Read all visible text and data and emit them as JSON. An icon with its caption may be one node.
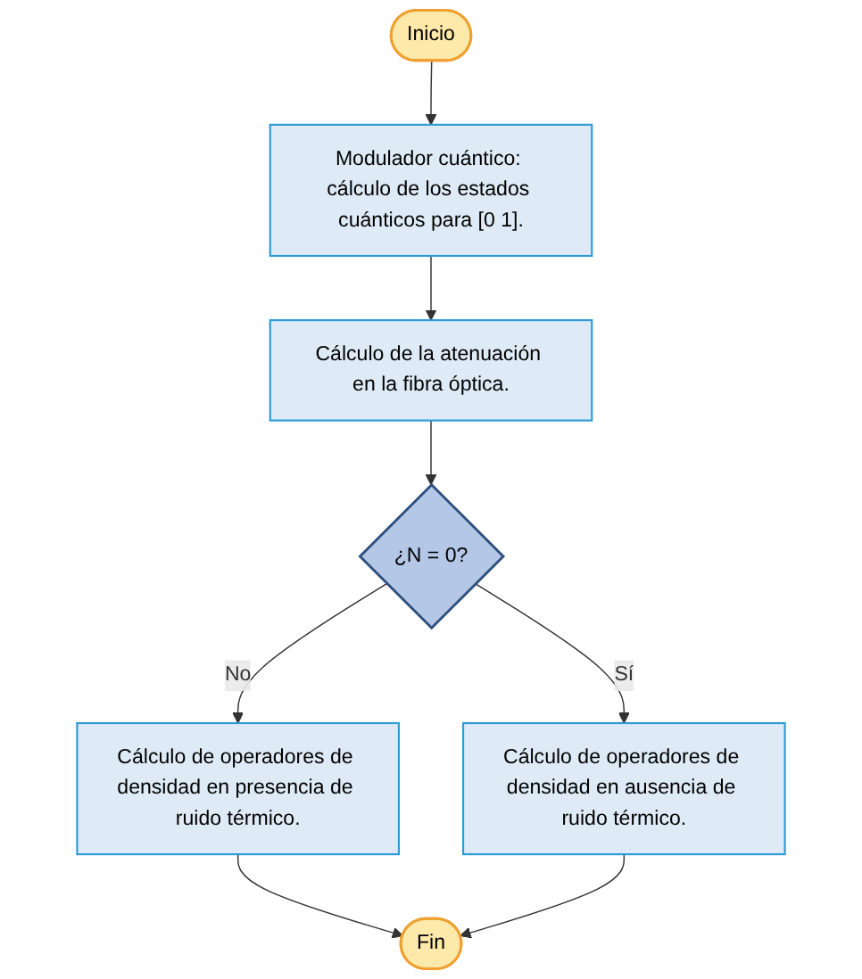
{
  "diagram": {
    "nodes": [
      {
        "text": [
          "Inicio"
        ]
      },
      {
        "text": [
          "Modulador cuántico: cálculo de los estados cuánticos para [0 1]."
        ]
      },
      {
        "text": [
          "Cálculo de la atenuación en la fibra óptica."
        ]
      },
      {
        "text": [
          "¿N = 0?"
        ]
      },
      {
        "text": [
          "Cálculo de operadores de densidad en ausencia de ruido térmico."
        ]
      },
      {
        "text": [
          "Cálculo de operadores de densidad en presencia de ruido térmico."
        ]
      },
      {
        "text": [
          "Fin"
        ]
      }
    ],
    "edges": [
      {
        "from": 0,
        "to": 1,
        "arrow": "to"
      },
      {
        "from": 1,
        "to": 2,
        "arrow": "to"
      },
      {
        "from": 2,
        "to": 3,
        "arrow": "to"
      },
      {
        "from": 3,
        "to": 4,
        "arrow": "to",
        "label": "Sí"
      },
      {
        "from": 3,
        "to": 5,
        "arrow": "to",
        "label": "No"
      },
      {
        "from": 5,
        "to": 6,
        "arrow": "to"
      },
      {
        "from": 4,
        "to": 6,
        "arrow": "to"
      }
    ]
  }
}
